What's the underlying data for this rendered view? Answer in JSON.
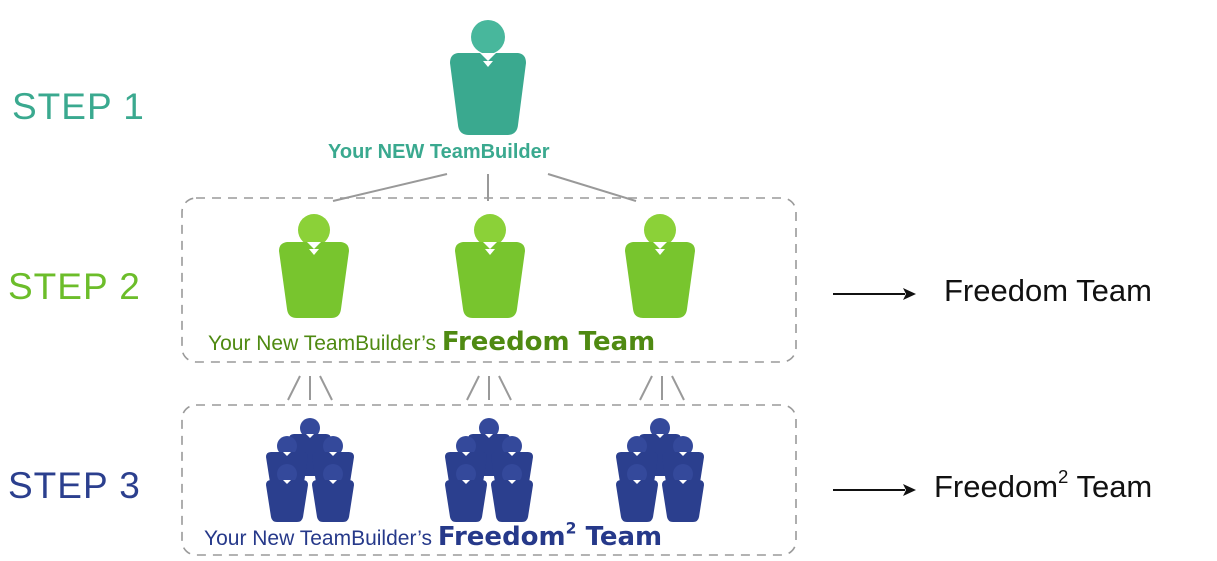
{
  "steps": {
    "step1": "STEP 1",
    "step2": "STEP 2",
    "step3": "STEP 3"
  },
  "captions": {
    "top": "Your NEW TeamBuilder",
    "middle_prefix": "Your New TeamBuilder’s",
    "middle_bold": "Freedom Team",
    "bottom_prefix": "Your New TeamBuilder’s",
    "bottom_bold_word": "Freedom",
    "bottom_bold_sup": "2",
    "bottom_bold_suffix": "Team"
  },
  "side_labels": {
    "freedom": "Freedom Team",
    "freedom2_word": "Freedom",
    "freedom2_sup": "2",
    "freedom2_suffix": "Team"
  },
  "colors": {
    "teal": "#3aa98f",
    "green": "#78c52e",
    "blue": "#2b3f8e",
    "connector": "#999999",
    "dashed_border": "#9a9a9a"
  }
}
